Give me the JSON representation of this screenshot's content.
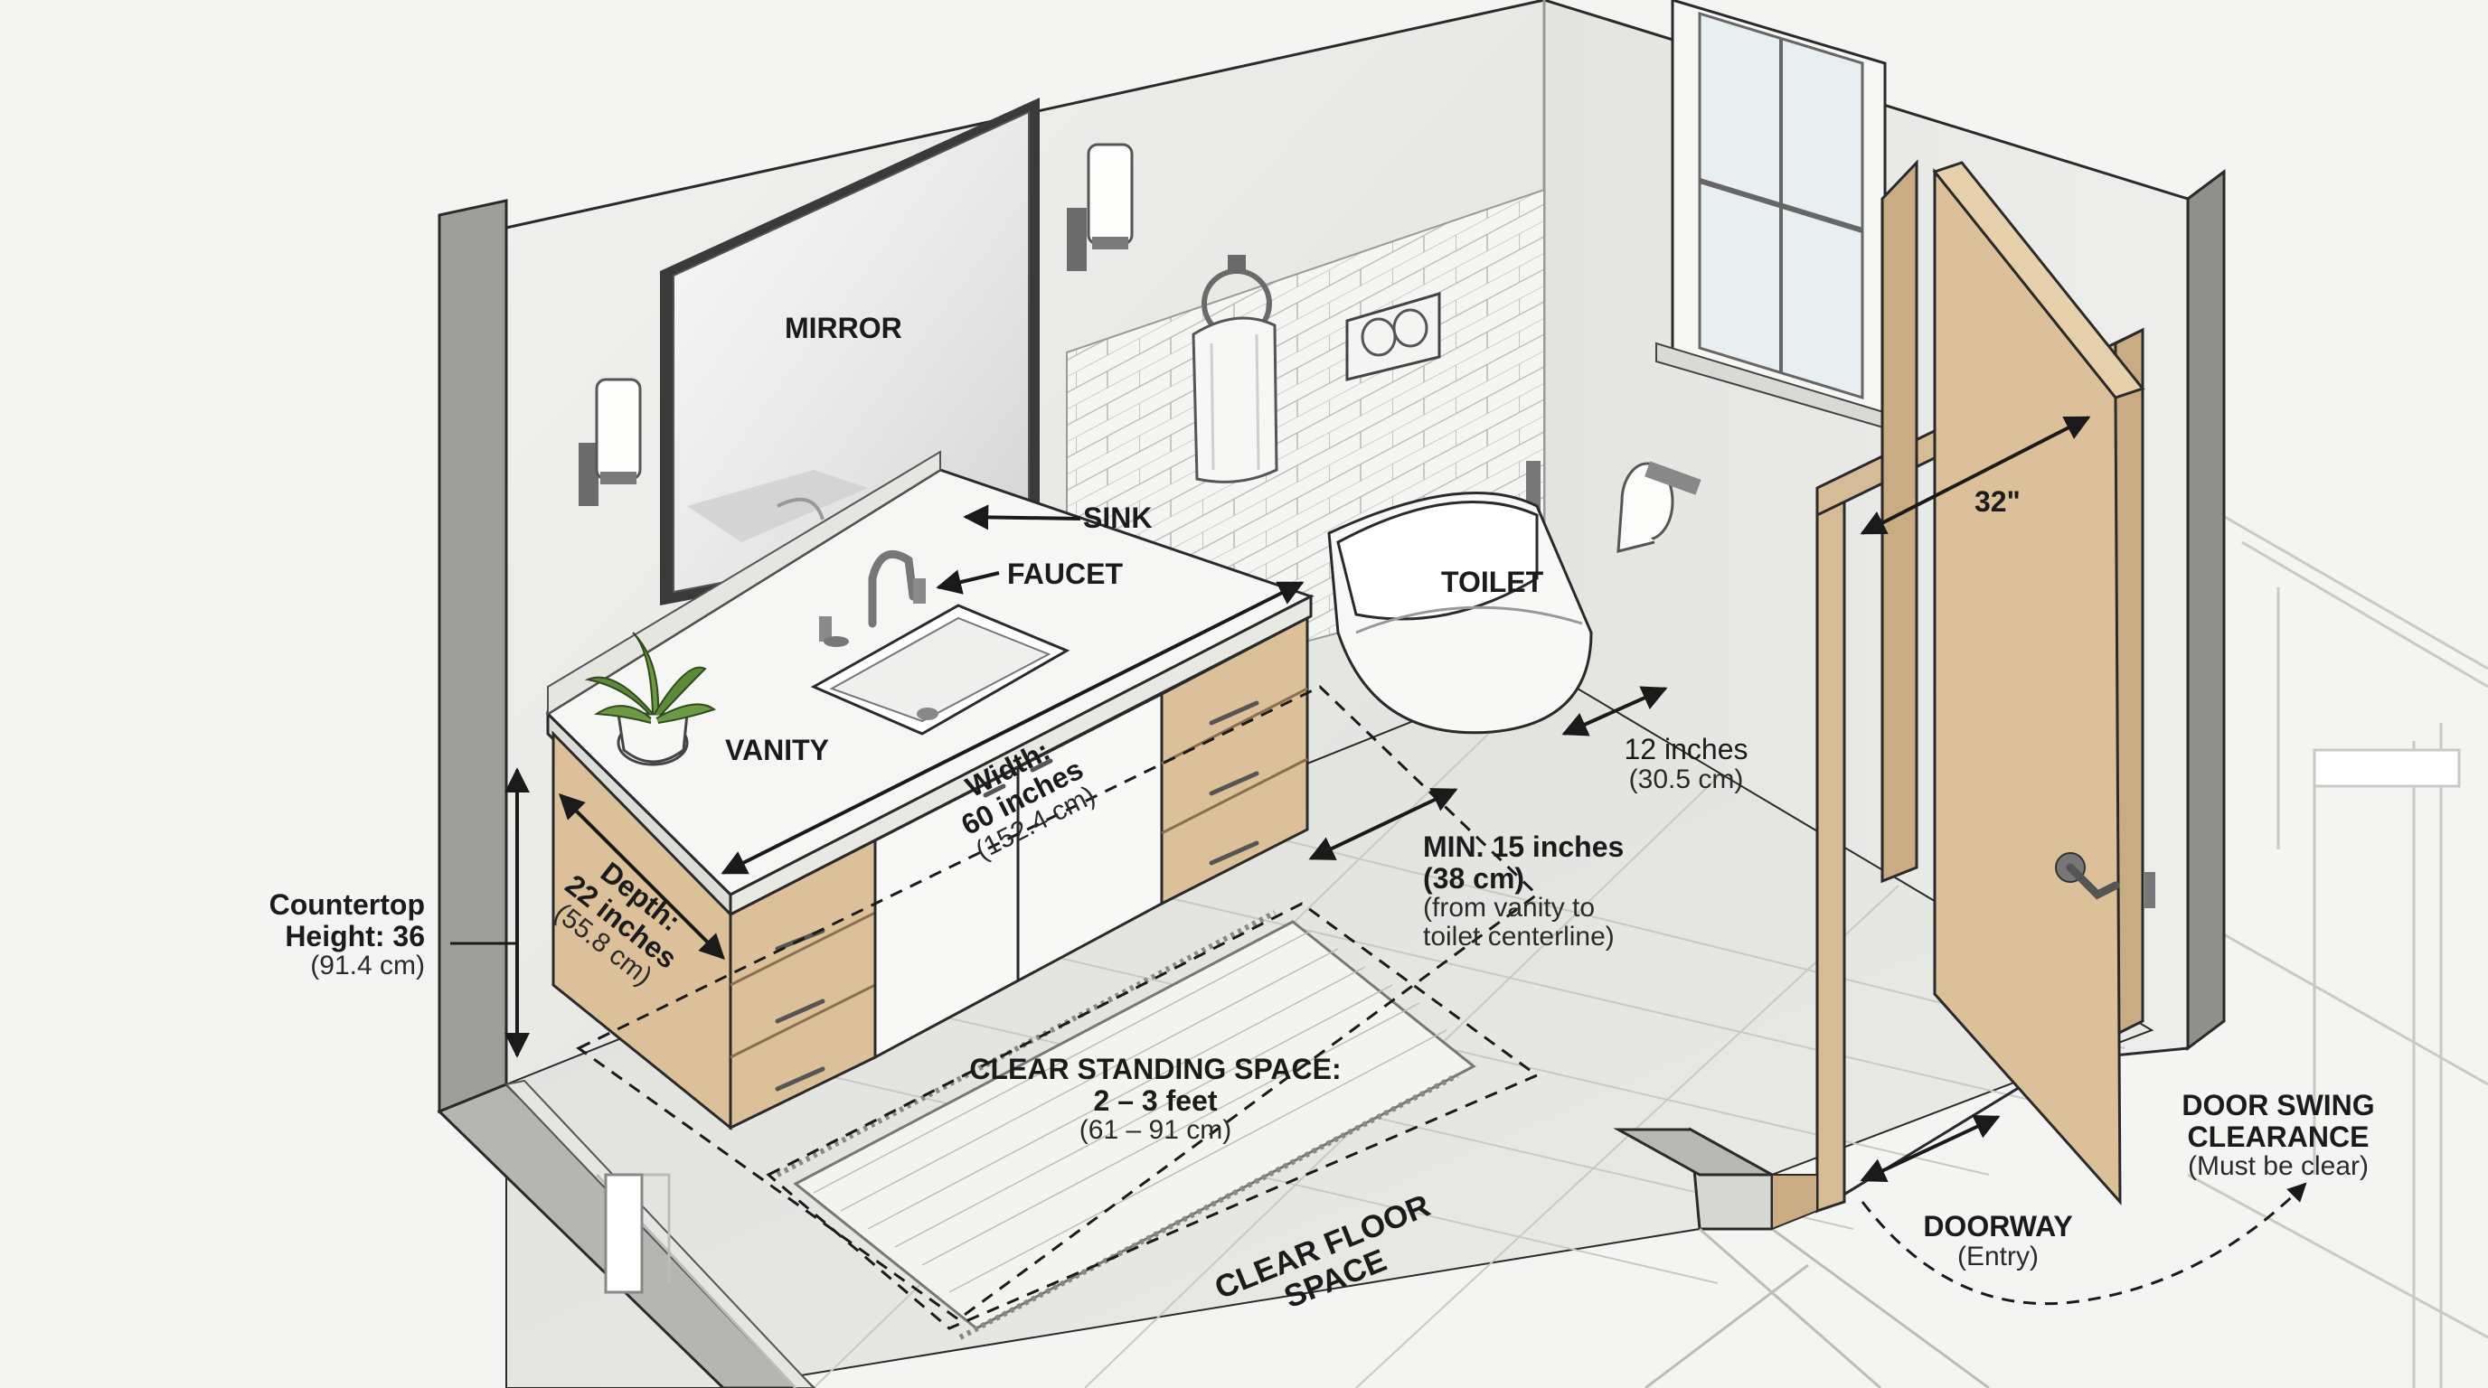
{
  "labels": {
    "mirror": "MIRROR",
    "sink": "SINK",
    "faucet": "FAUCET",
    "toilet": "TOILET",
    "vanity": "VANITY",
    "width_title": "Width:",
    "width_in": "60 inches",
    "width_cm": "(152.4 cm)",
    "depth_title": "Depth:",
    "depth_in": "22 inches",
    "depth_cm": "(55.8 cm)",
    "countertop_line1": "Countertop",
    "countertop_line2": "Height: 36",
    "countertop_cm": "(91.4 cm)",
    "toilet_side_in": "12 inches",
    "toilet_side_cm": "(30.5 cm)",
    "min_line1": "MIN. 15 inches",
    "min_line2": "(38 cm)",
    "min_note1": "(from vanity to",
    "min_note2": "toilet centerline)",
    "door_width": "32\"",
    "standing_line1": "CLEAR STANDING SPACE:",
    "standing_line2": "2 – 3 feet",
    "standing_cm": "(61 – 91 cm)",
    "clear_floor_line1": "CLEAR FLOOR",
    "clear_floor_line2": "SPACE",
    "door_swing_line1": "DOOR SWING",
    "door_swing_line2": "CLEARANCE",
    "door_swing_note": "(Must be clear)",
    "doorway": "DOORWAY",
    "doorway_note": "(Entry)"
  },
  "colors": {
    "wall": "#ececea",
    "wall_shadow": "#dcdcd9",
    "floor": "#e2e2df",
    "wood": "#dcc09a",
    "wood_dark": "#b99a72",
    "outline": "#2a2a2a",
    "cabinet_white": "#f8f8f6",
    "counter": "#f6f6f4"
  }
}
